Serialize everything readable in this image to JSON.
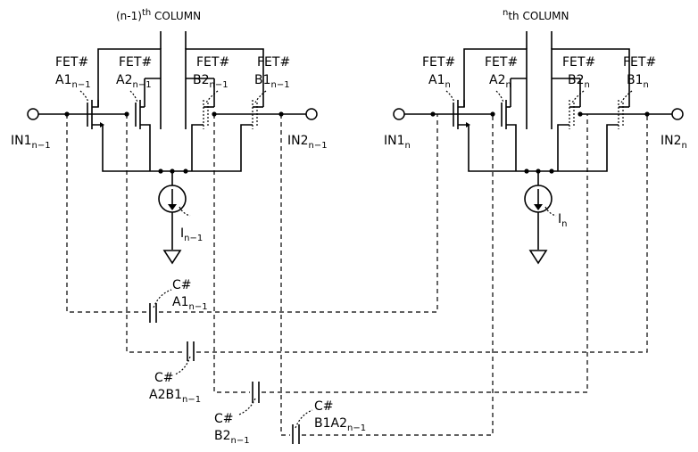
{
  "header": {
    "left_column": {
      "pre": "(n-1)",
      "sup": "th",
      "post": " COLUMN"
    },
    "right_column": {
      "sup": "n",
      "post": "th COLUMN"
    }
  },
  "fet_prefix": "FET#",
  "cap_prefix": "C#",
  "left": {
    "fets": [
      {
        "base": "A1",
        "sub": "n−1"
      },
      {
        "base": "A2",
        "sub": "n−1"
      },
      {
        "base": "B2",
        "sub": "n−1"
      },
      {
        "base": "B1",
        "sub": "n−1"
      }
    ],
    "in1": {
      "base": "IN1",
      "sub": "n−1"
    },
    "in2": {
      "base": "IN2",
      "sub": "n−1"
    },
    "current": {
      "base": "I",
      "sub": "n−1"
    }
  },
  "right": {
    "fets": [
      {
        "base": "A1",
        "sub": "n"
      },
      {
        "base": "A2",
        "sub": "n"
      },
      {
        "base": "B2",
        "sub": "n"
      },
      {
        "base": "B1",
        "sub": "n"
      }
    ],
    "in1": {
      "base": "IN1",
      "sub": "n"
    },
    "in2": {
      "base": "IN2",
      "sub": "n"
    },
    "current": {
      "base": "I",
      "sub": "n"
    }
  },
  "capacitors": [
    {
      "base": "A1",
      "sub": "n−1"
    },
    {
      "base": "A2B1",
      "sub": "n−1"
    },
    {
      "base": "B2",
      "sub": "n−1"
    },
    {
      "base": "B1A2",
      "sub": "n−1"
    }
  ]
}
